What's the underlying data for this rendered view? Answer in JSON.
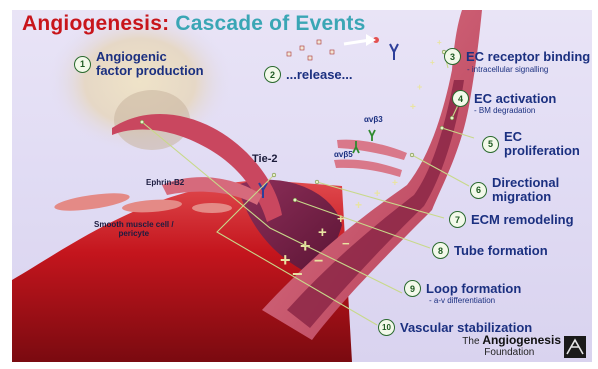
{
  "title": {
    "part1": "Angiogenesis:",
    "part2": "Cascade of Events"
  },
  "steps": [
    {
      "num": "1",
      "label_line1": "Angiogenic",
      "label_line2": "factor production"
    },
    {
      "num": "2",
      "label": "...release..."
    },
    {
      "num": "3",
      "label": "EC receptor binding",
      "sub": "- intracellular signalling"
    },
    {
      "num": "4",
      "label": "EC activation",
      "sub": "- BM degradation"
    },
    {
      "num": "5",
      "label_line1": "EC",
      "label_line2": "proliferation"
    },
    {
      "num": "6",
      "label_line1": "Directional",
      "label_line2": "migration"
    },
    {
      "num": "7",
      "label": "ECM remodeling"
    },
    {
      "num": "8",
      "label": "Tube formation"
    },
    {
      "num": "9",
      "label": "Loop formation",
      "sub": "- a-v differentiation"
    },
    {
      "num": "10",
      "label": "Vascular stabilization"
    }
  ],
  "annotations": {
    "tie2": "Tie-2",
    "ephrin": "Ephrin-B2",
    "smooth_muscle_line1": "Smooth muscle cell /",
    "smooth_muscle_line2": "pericyte",
    "avb3": "αvβ3",
    "avb5": "αvβ5"
  },
  "logo": {
    "the": "The",
    "name": "Angiogenesis",
    "foundation": "Foundation"
  },
  "colors": {
    "title_red": "#c8151b",
    "title_teal": "#3aa6b5",
    "label_blue": "#1b3080",
    "vessel_red": "#b0121c",
    "badge_green": "#2a6a2e"
  }
}
